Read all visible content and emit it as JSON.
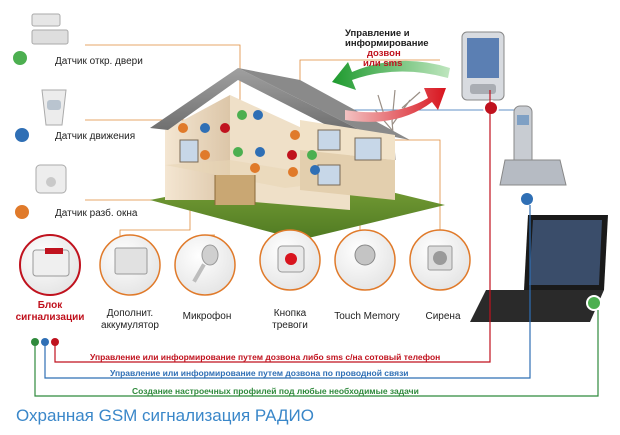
{
  "sensors": [
    {
      "label": "Датчик откр. двери"
    },
    {
      "label": "Датчик движения"
    },
    {
      "label": "Датчик разб. окна"
    }
  ],
  "control_text": {
    "line1": "Управление и",
    "line2": "информирование",
    "line3": "дозвон",
    "line4": "или sms"
  },
  "devices": [
    {
      "line1": "Блок",
      "line2": "сигнализации"
    },
    {
      "line1": "Дополнит.",
      "line2": "аккумулятор"
    },
    {
      "line1": "Микрофон",
      "line2": ""
    },
    {
      "line1": "Кнопка",
      "line2": "тревоги"
    },
    {
      "line1": "Touch Memory",
      "line2": ""
    },
    {
      "line1": "Сирена",
      "line2": ""
    }
  ],
  "connections": [
    {
      "label": "Управление или информирование путем дозвона либо sms с/на сотовый телефон",
      "color": "#c0121e"
    },
    {
      "label": "Управление или информирование путем дозвона по проводной связи",
      "color": "#2f6fb5"
    },
    {
      "label": "Создание настроечных профилей под любые необходимые задачи",
      "color": "#2f8a3c"
    }
  ],
  "footer": {
    "title": "Охранная GSM сигнализация РАДИО"
  },
  "colors": {
    "red": "#c0121e",
    "blue": "#2f6fb5",
    "green": "#2f8a3c",
    "orange": "#e07a2a",
    "footer": "#3a87c9"
  }
}
